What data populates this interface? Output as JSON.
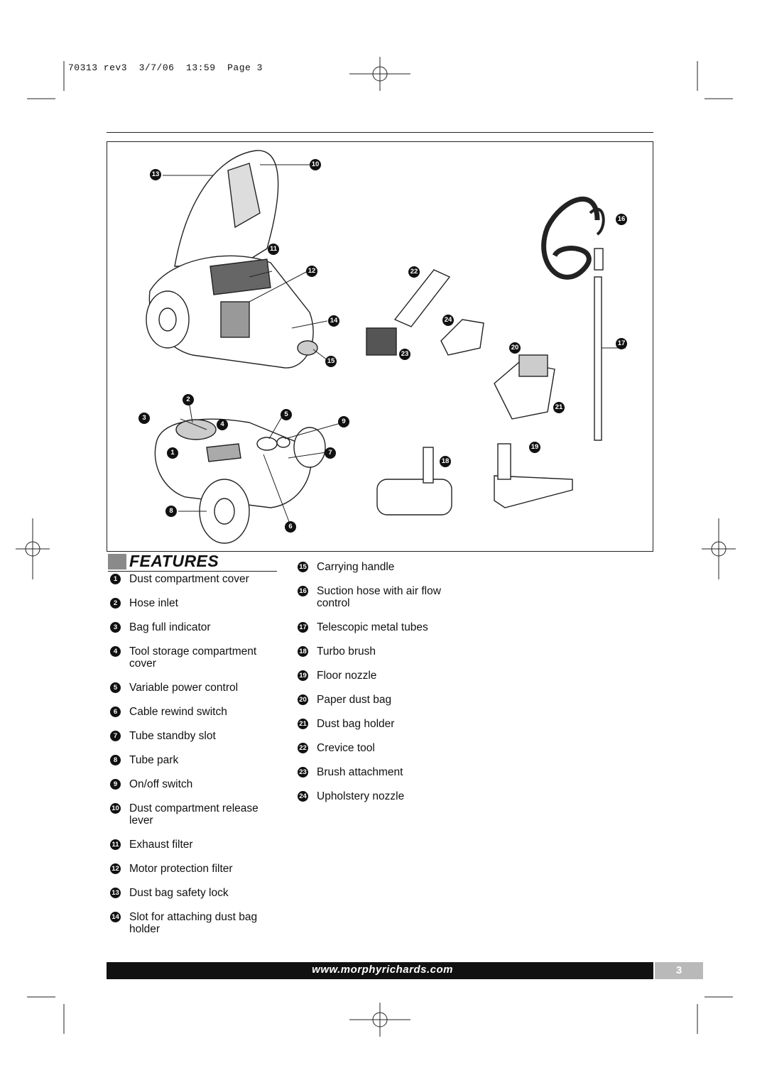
{
  "print_header": "70313 rev3  3/7/06  13:59  Page 3",
  "section_title": "FEATURES",
  "features_left": [
    {
      "num": "1",
      "label": "Dust compartment cover"
    },
    {
      "num": "2",
      "label": "Hose inlet"
    },
    {
      "num": "3",
      "label": "Bag full indicator"
    },
    {
      "num": "4",
      "label": "Tool storage compartment cover"
    },
    {
      "num": "5",
      "label": "Variable power control"
    },
    {
      "num": "6",
      "label": "Cable rewind switch"
    },
    {
      "num": "7",
      "label": "Tube standby slot"
    },
    {
      "num": "8",
      "label": "Tube park"
    },
    {
      "num": "9",
      "label": "On/off switch"
    },
    {
      "num": "10",
      "label": "Dust compartment release lever"
    },
    {
      "num": "11",
      "label": "Exhaust filter"
    },
    {
      "num": "12",
      "label": "Motor protection filter"
    },
    {
      "num": "13",
      "label": "Dust bag safety lock"
    },
    {
      "num": "14",
      "label": "Slot for attaching dust bag holder"
    }
  ],
  "features_right": [
    {
      "num": "15",
      "label": "Carrying handle"
    },
    {
      "num": "16",
      "label": "Suction hose with air flow control"
    },
    {
      "num": "17",
      "label": "Telescopic metal tubes"
    },
    {
      "num": "18",
      "label": "Turbo brush"
    },
    {
      "num": "19",
      "label": "Floor nozzle"
    },
    {
      "num": "20",
      "label": "Paper dust bag"
    },
    {
      "num": "21",
      "label": "Dust bag holder"
    },
    {
      "num": "22",
      "label": "Crevice tool"
    },
    {
      "num": "23",
      "label": "Brush attachment"
    },
    {
      "num": "24",
      "label": "Upholstery nozzle"
    }
  ],
  "diagram_callouts": [
    "1",
    "2",
    "3",
    "4",
    "5",
    "6",
    "7",
    "8",
    "9",
    "10",
    "11",
    "12",
    "13",
    "14",
    "15",
    "16",
    "17",
    "18",
    "19",
    "20",
    "21",
    "22",
    "23",
    "24"
  ],
  "footer": {
    "url": "www.morphyrichards.com",
    "page_number": "3"
  }
}
